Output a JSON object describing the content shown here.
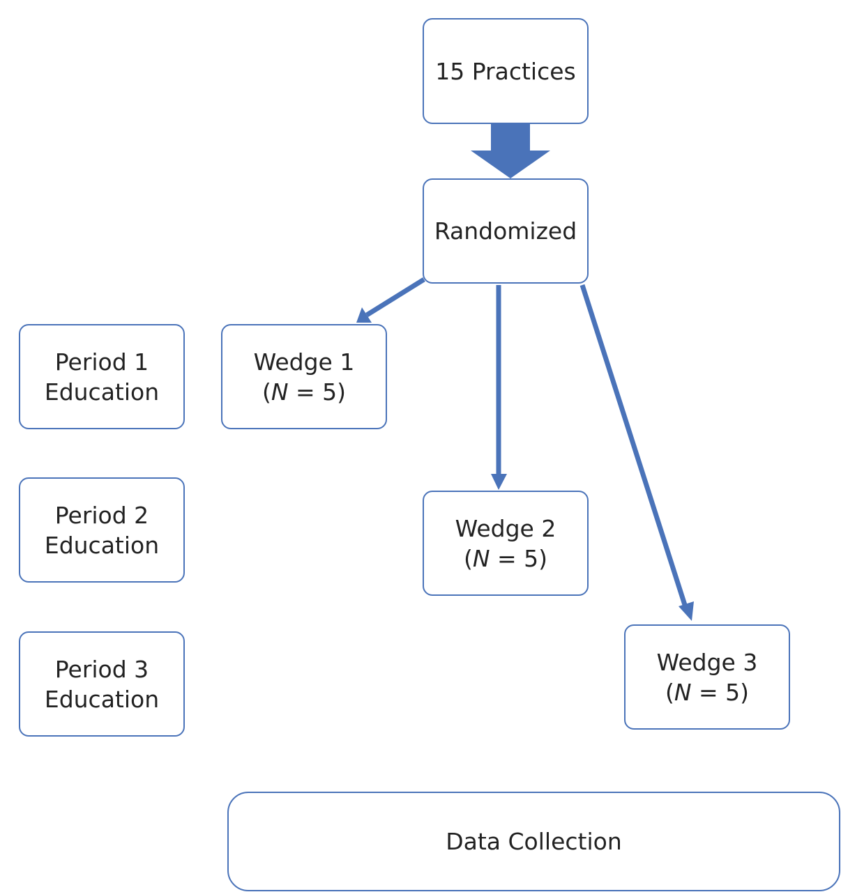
{
  "nodes": {
    "practices": {
      "label": "15 Practices"
    },
    "randomized": {
      "label": "Randomized"
    },
    "period_1": {
      "line1": "Period 1",
      "line2": "Education"
    },
    "period_2": {
      "line1": "Period 2",
      "line2": "Education"
    },
    "period_3": {
      "line1": "Period 3",
      "line2": "Education"
    },
    "wedge_1": {
      "line1": "Wedge 1",
      "open": "(",
      "n": "N",
      "rest": " = 5)"
    },
    "wedge_2": {
      "line1": "Wedge 2",
      "open": "(",
      "n": "N",
      "rest": " = 5)"
    },
    "wedge_3": {
      "line1": "Wedge 3",
      "open": "(",
      "n": "N",
      "rest": " = 5)"
    },
    "data_collection": {
      "label": "Data Collection"
    }
  },
  "colors": {
    "border": "#4a73b9",
    "arrow": "#4a73b9",
    "text": "#222222"
  }
}
